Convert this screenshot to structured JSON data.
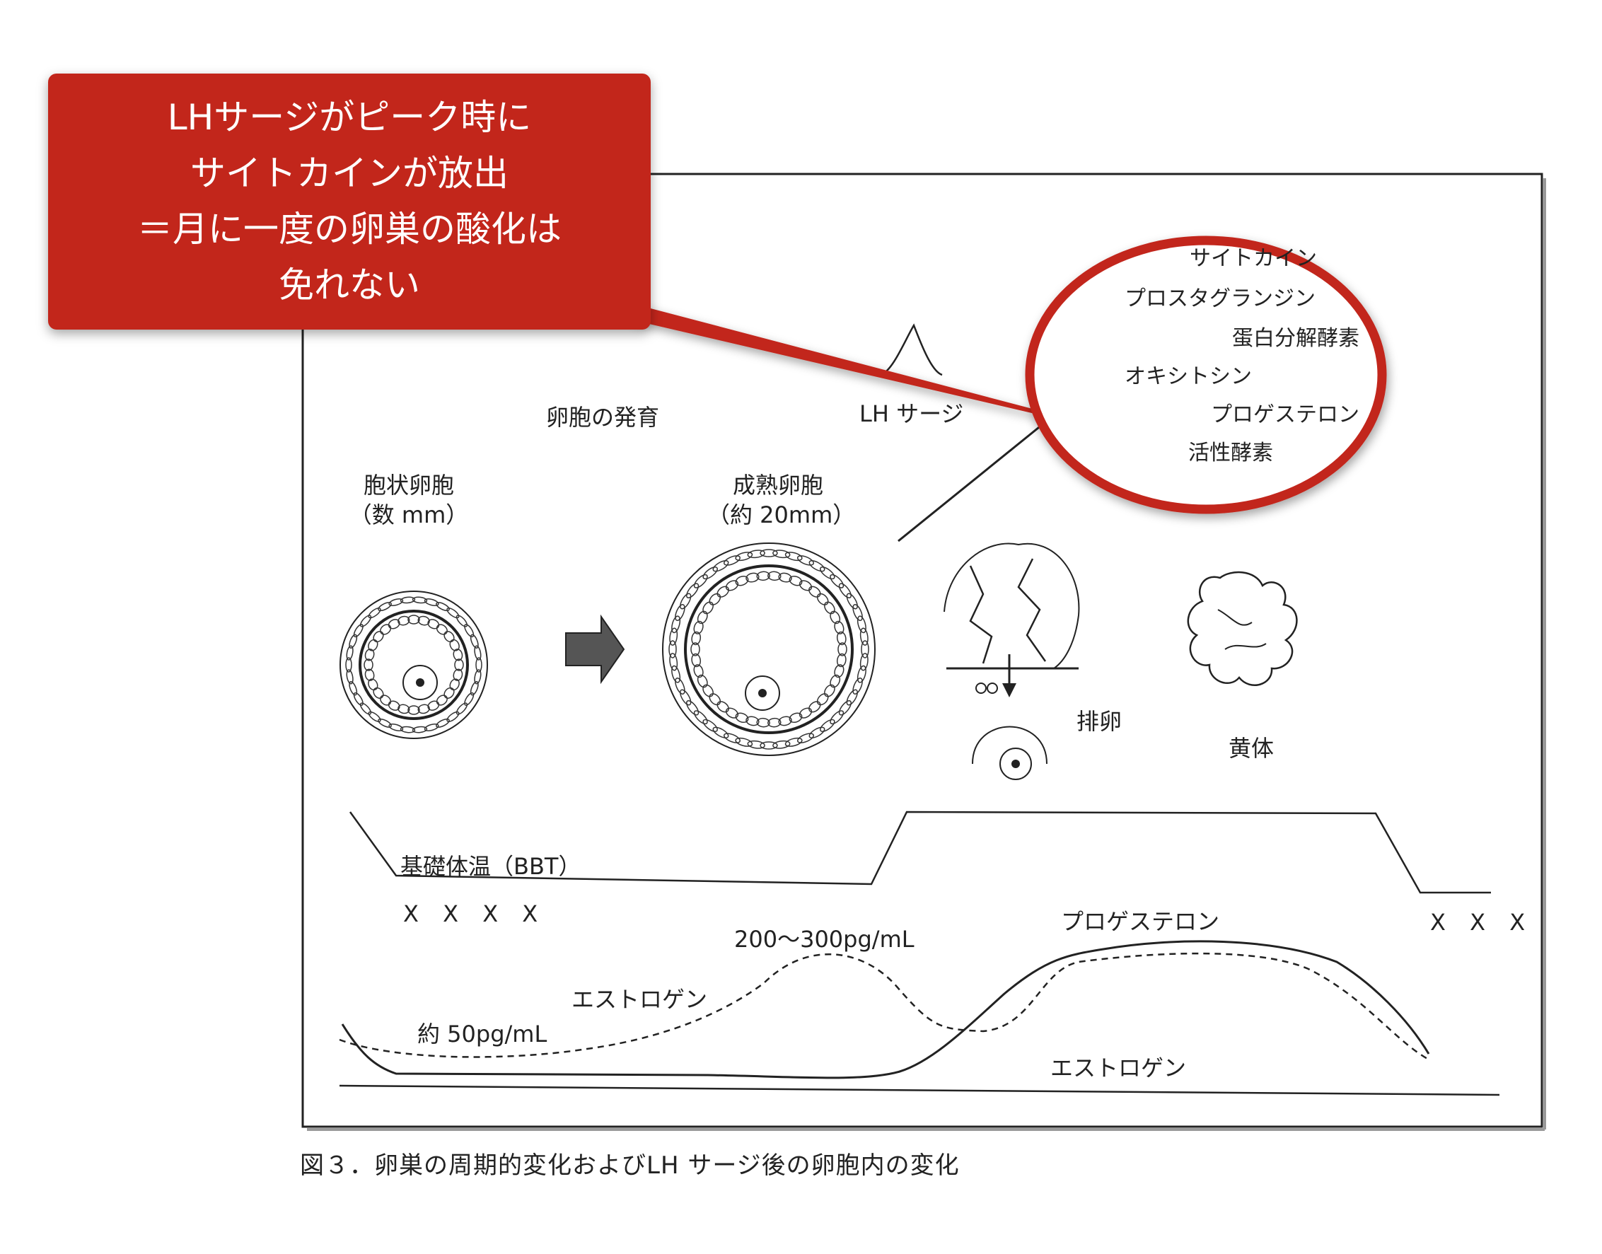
{
  "callout": {
    "lines": [
      "LHサージがピーク時に",
      "サイトカインが放出",
      "＝月に一度の卵巣の酸化は",
      "免れない"
    ]
  },
  "labels": {
    "follicle_growth": "卵胞の発育",
    "lh_surge": "LH サージ",
    "antral_follicle": "胞状卵胞",
    "antral_size": "（数 mm）",
    "mature_follicle": "成熟卵胞",
    "mature_size": "（約 20mm）",
    "ovulation": "排卵",
    "corpus_luteum": "黄体",
    "bbt": "基礎体温（BBT）",
    "x_left": "X X X X",
    "x_right": "X X X",
    "estrogen_peak": "200～300pg/mL",
    "estrogen_base": "約 50pg/mL",
    "estrogen_upper": "エストロゲン",
    "progesterone": "プロゲステロン",
    "estrogen_lower": "エストロゲン"
  },
  "released_substances": [
    "サイトカイン",
    "プロスタグランジン",
    "蛋白分解酵素",
    "オキシトシン",
    "プロゲステロン",
    "活性酵素"
  ],
  "caption": "図３．卵巣の周期的変化およびLH サージ後の卵胞内の変化",
  "colors": {
    "callout_bg": "#c2261b",
    "callout_text": "#ffffff",
    "highlight_ring": "#c2261b",
    "line": "#222222"
  }
}
